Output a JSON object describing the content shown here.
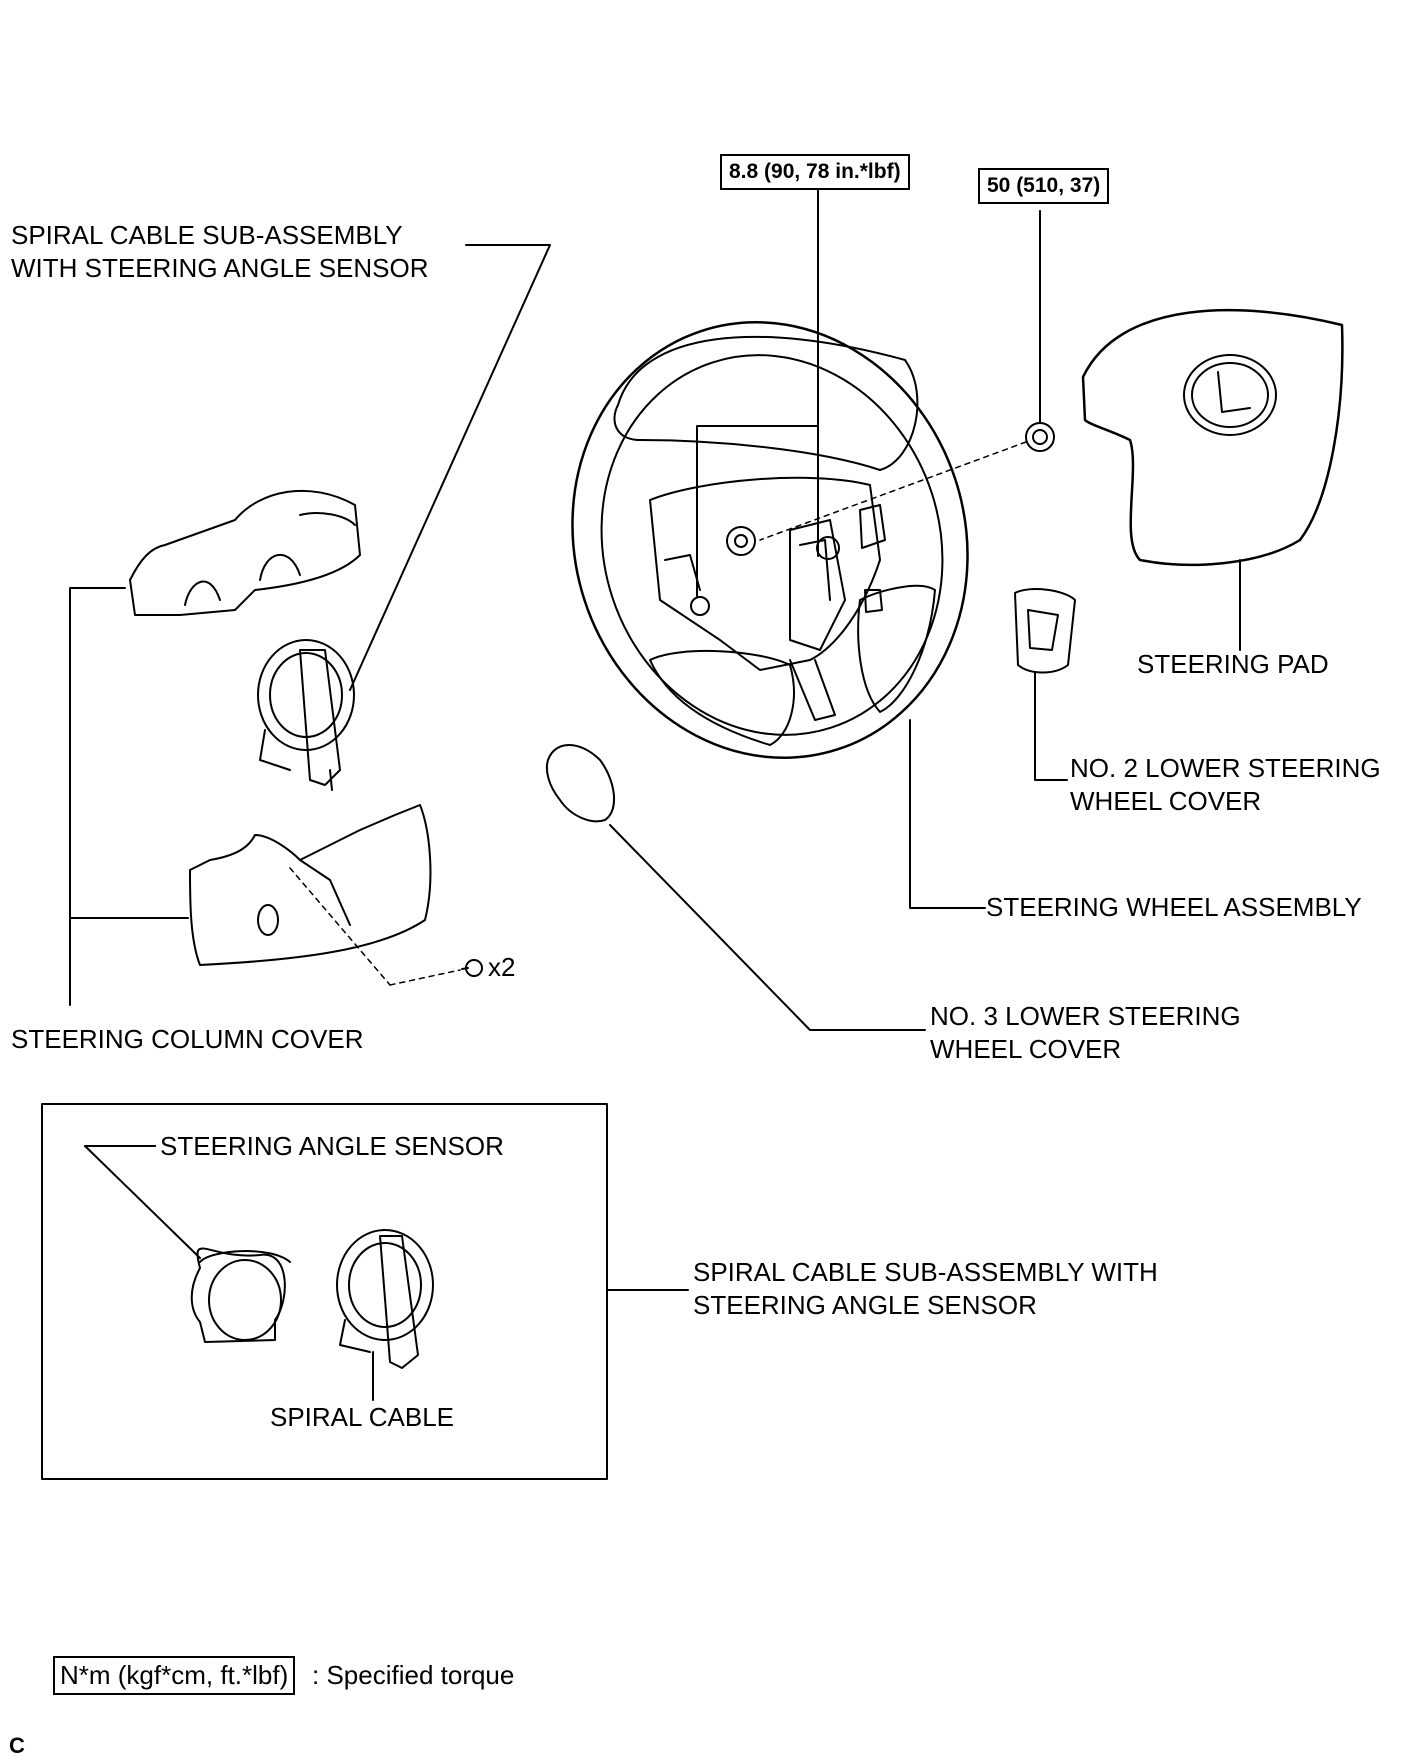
{
  "labels": {
    "spiral_cable_top_line1": "SPIRAL CABLE SUB-ASSEMBLY",
    "spiral_cable_top_line2": "WITH STEERING ANGLE SENSOR",
    "steering_pad": "STEERING PAD",
    "no2_cover_line1": "NO. 2 LOWER STEERING",
    "no2_cover_line2": "WHEEL COVER",
    "steering_wheel_assembly": "STEERING WHEEL ASSEMBLY",
    "no3_cover_line1": "NO. 3 LOWER STEERING",
    "no3_cover_line2": "WHEEL COVER",
    "steering_column_cover": "STEERING COLUMN COVER",
    "bolt_qty": "x2",
    "inset_steering_angle_sensor": "STEERING ANGLE SENSOR",
    "inset_spiral_cable": "SPIRAL CABLE",
    "inset_assembly_line1": "SPIRAL CABLE SUB-ASSEMBLY WITH",
    "inset_assembly_line2": "STEERING ANGLE SENSOR"
  },
  "torque_specs": {
    "wheel_bolt": "8.8 (90, 78 in.*lbf)",
    "wheel_nut": "50 (510, 37)"
  },
  "legend": {
    "box_text": "N*m (kgf*cm, ft.*lbf)",
    "description": ": Specified torque"
  },
  "figure_code": "C"
}
